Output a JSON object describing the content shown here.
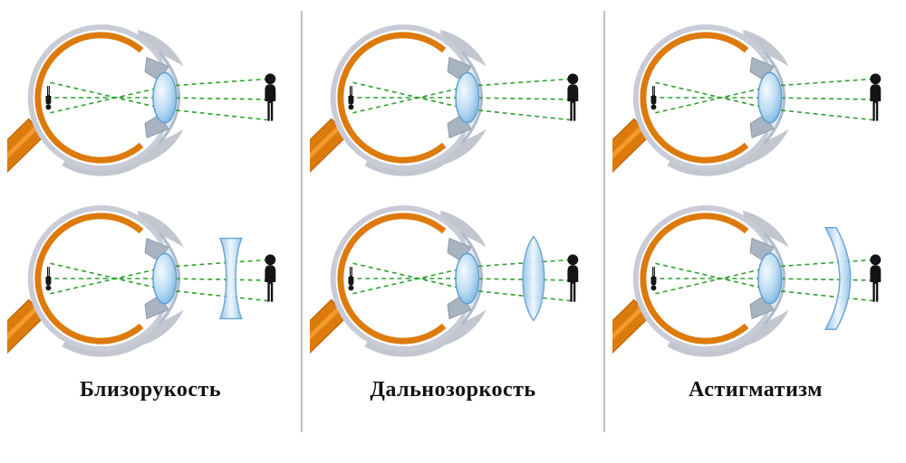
{
  "diagram": {
    "subject": "eye-refractive-errors-and-corrective-lenses",
    "panels": [
      {
        "id": "myopia",
        "label": "Близорукость",
        "corrective_lens": "biconcave"
      },
      {
        "id": "hyperopia",
        "label": "Дальнозоркость",
        "corrective_lens": "biconvex"
      },
      {
        "id": "astigmatism",
        "label": "Астигматизм",
        "corrective_lens": "cylindrical"
      }
    ],
    "colors": {
      "background": "#ffffff",
      "sclera_outline": "#c9ccd6",
      "muscle_gray": "#c3c6cf",
      "choroid_orange": "#dd7a0c",
      "optic_nerve_orange": "#dd7a0c",
      "lens_blue": "#8fc2ea",
      "lens_edge_blue": "#5f9fd0",
      "ray_green": "#2f9e2f",
      "figure_black": "#141414",
      "divider_gray": "#bcc0c8"
    }
  }
}
